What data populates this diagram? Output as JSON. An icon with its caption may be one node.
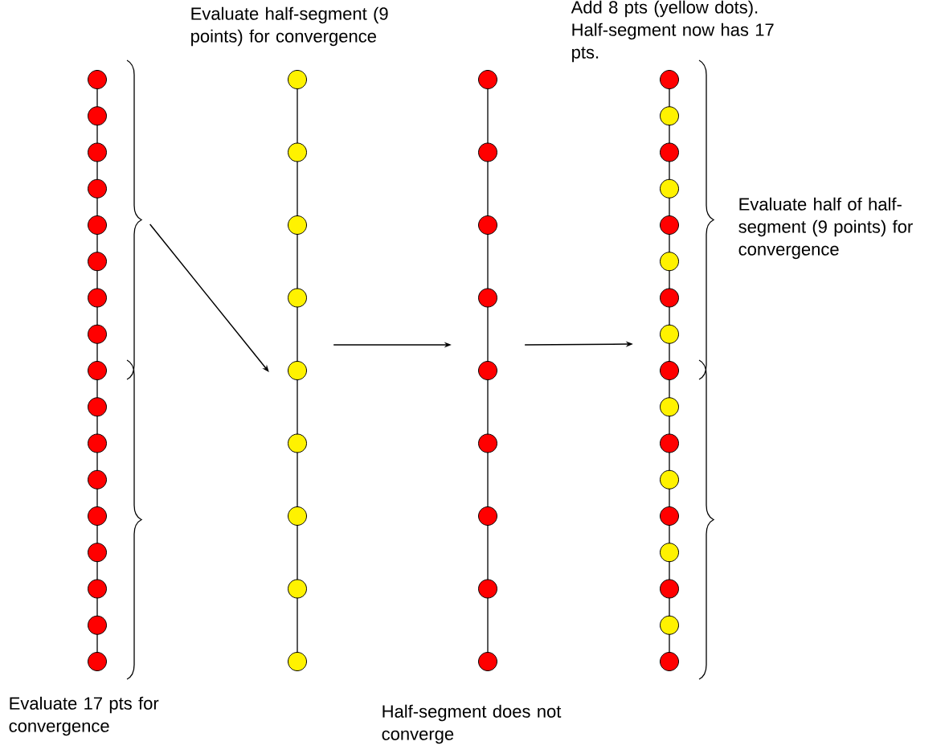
{
  "diagram": {
    "nodes": [
      {
        "text": [],
        "shape": "picture"
      },
      {
        "text": [],
        "shape": "picture"
      },
      {
        "text": [],
        "shape": "picture"
      },
      {
        "text": [],
        "shape": "picture"
      }
    ],
    "edges": [
      {
        "from": 0,
        "to": 1,
        "arrow": "to"
      },
      {
        "from": 1,
        "to": 2,
        "arrow": "to"
      },
      {
        "from": 2,
        "to": 3,
        "arrow": "to"
      }
    ],
    "labels": [
      "Evaluate half-segment (9 points) for convergence",
      "Add 8 pts (yellow dots). Half-segment now has 17 pts.",
      "Evaluate half of half-segment (9 points) for convergence",
      "Evaluate 17 pts for convergence",
      "Half-segment does not converge"
    ]
  }
}
